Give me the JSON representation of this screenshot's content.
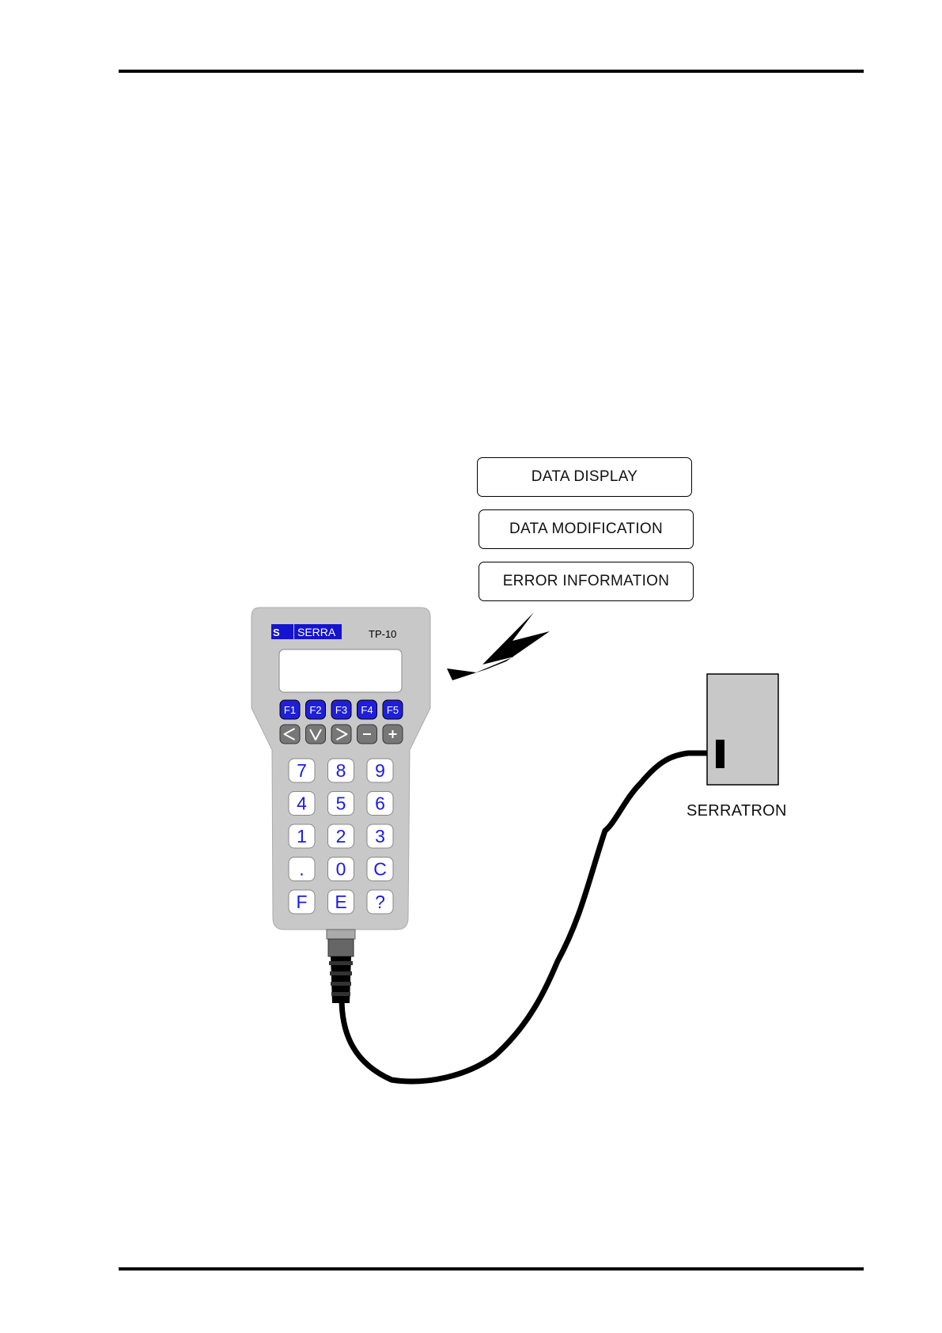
{
  "boxes": {
    "data_display": "DATA DISPLAY",
    "data_modification": "DATA MODIFICATION",
    "error_information": "ERROR INFORMATION"
  },
  "device": {
    "brand": "SERRA",
    "model": "TP-10",
    "function_keys": [
      "F1",
      "F2",
      "F3",
      "F4",
      "F5"
    ],
    "nav_keys": [
      "left-arrow",
      "down-arrow",
      "right-arrow",
      "minus",
      "plus"
    ],
    "keypad_rows": [
      [
        "7",
        "8",
        "9"
      ],
      [
        "4",
        "5",
        "6"
      ],
      [
        "1",
        "2",
        "3"
      ],
      [
        ".",
        "0",
        "C"
      ],
      [
        "F",
        "E",
        "?"
      ]
    ]
  },
  "target": {
    "label": "SERRATRON"
  },
  "colors": {
    "device_body": "#c8c8c8",
    "function_key": "#1f1fd9",
    "nav_key": "#777777",
    "digit_text": "#1a1ae6",
    "brand_bg": "#1414d0"
  }
}
